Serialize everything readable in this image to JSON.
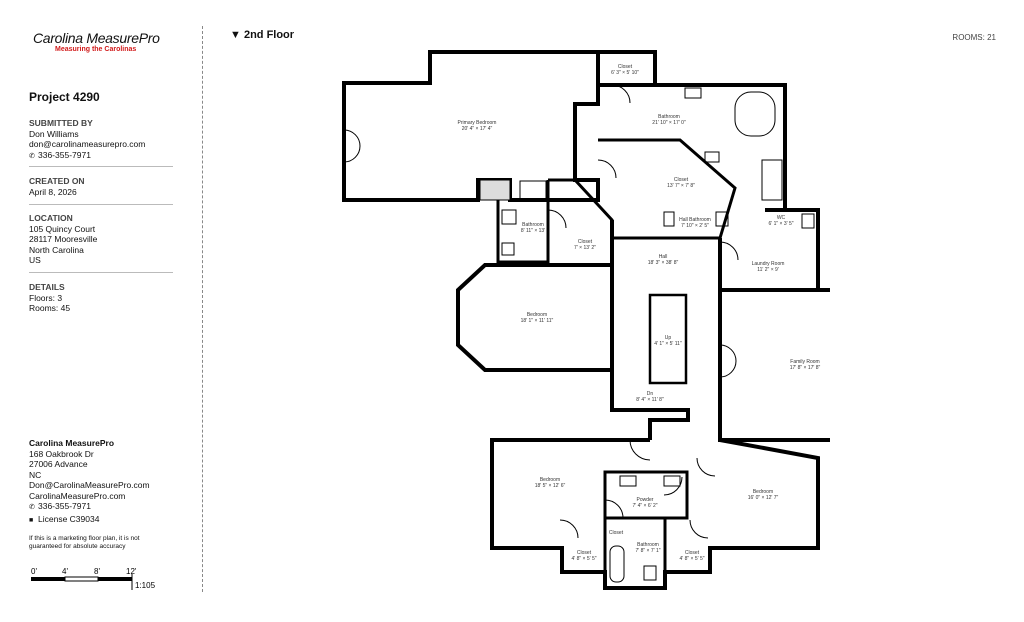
{
  "brand": {
    "name": "Carolina MeasurePro",
    "tagline": "Measuring the Carolinas"
  },
  "project": {
    "title": "Project 4290"
  },
  "submitted": {
    "heading": "SUBMITTED BY",
    "name": "Don Williams",
    "email": "don@carolinameasurepro.com",
    "phone": "336-355-7971"
  },
  "created": {
    "heading": "CREATED ON",
    "date": "April 8, 2026"
  },
  "location": {
    "heading": "LOCATION",
    "line1": "105 Quincy Court",
    "line2": "28117 Mooresville",
    "line3": "North Carolina",
    "line4": "US"
  },
  "details": {
    "heading": "DETAILS",
    "floors": "Floors: 3",
    "rooms": "Rooms: 45"
  },
  "company": {
    "name": "Carolina MeasurePro",
    "line1": "168 Oakbrook Dr",
    "line2": "27006 Advance",
    "line3": "NC",
    "email": "Don@CarolinaMeasurePro.com",
    "website": "CarolinaMeasurePro.com",
    "phone": "336-355-7971",
    "license": "License C39034"
  },
  "disclaimer": "If this is a marketing floor plan, it is not guaranteed for absolute accuracy",
  "scale": {
    "ticks": [
      "0'",
      "4'",
      "8'",
      "12'"
    ],
    "ratio": "1:105"
  },
  "floor": {
    "title": "2nd Floor",
    "rooms_count": "ROOMS: 21"
  },
  "icons": {
    "phone": "phone-icon",
    "license": "lock-icon",
    "floor_toggle": "triangle-down-icon"
  },
  "colors": {
    "accent": "#d11a1a",
    "wall": "#000000"
  },
  "rooms": [
    {
      "name": "Closet",
      "dims": "6' 3\" × 5' 10\""
    },
    {
      "name": "Primary Bedroom",
      "dims": "20' 4\" × 17' 4\""
    },
    {
      "name": "Bathroom",
      "dims": "21' 10\" × 17' 0\""
    },
    {
      "name": "Closet",
      "dims": "13' 7\" × 7' 8\""
    },
    {
      "name": "Hall Bathroom",
      "dims": "7' 10\" × 2' 5\""
    },
    {
      "name": "WC",
      "dims": "6' 1\" × 3' 5\""
    },
    {
      "name": "Bathroom",
      "dims": "8' 11\" × 13'"
    },
    {
      "name": "Closet",
      "dims": "7' × 13' 2\""
    },
    {
      "name": "Hall",
      "dims": "18' 3\" × 38' 8\""
    },
    {
      "name": "Laundry Room",
      "dims": "11' 2\" × 9'"
    },
    {
      "name": "Bedroom",
      "dims": "18' 1\" × 11' 11\""
    },
    {
      "name": "Up",
      "dims": "4' 1\" × 5' 11\""
    },
    {
      "name": "Family Room",
      "dims": "17' 8\" × 17' 8\""
    },
    {
      "name": "Dn",
      "dims": "8' 4\" × 11' 8\""
    },
    {
      "name": "Bedroom",
      "dims": "18' 5\" × 12' 6\""
    },
    {
      "name": "Powder",
      "dims": "7' 4\" × 6' 2\""
    },
    {
      "name": "Bedroom",
      "dims": "16' 0\" × 12' 7\""
    },
    {
      "name": "Closet",
      "dims": ""
    },
    {
      "name": "Closet",
      "dims": "4' 8\" × 5' 5\""
    },
    {
      "name": "Bathroom",
      "dims": "7' 8\" × 7' 1\""
    },
    {
      "name": "Closet",
      "dims": "4' 8\" × 5' 5\""
    }
  ]
}
